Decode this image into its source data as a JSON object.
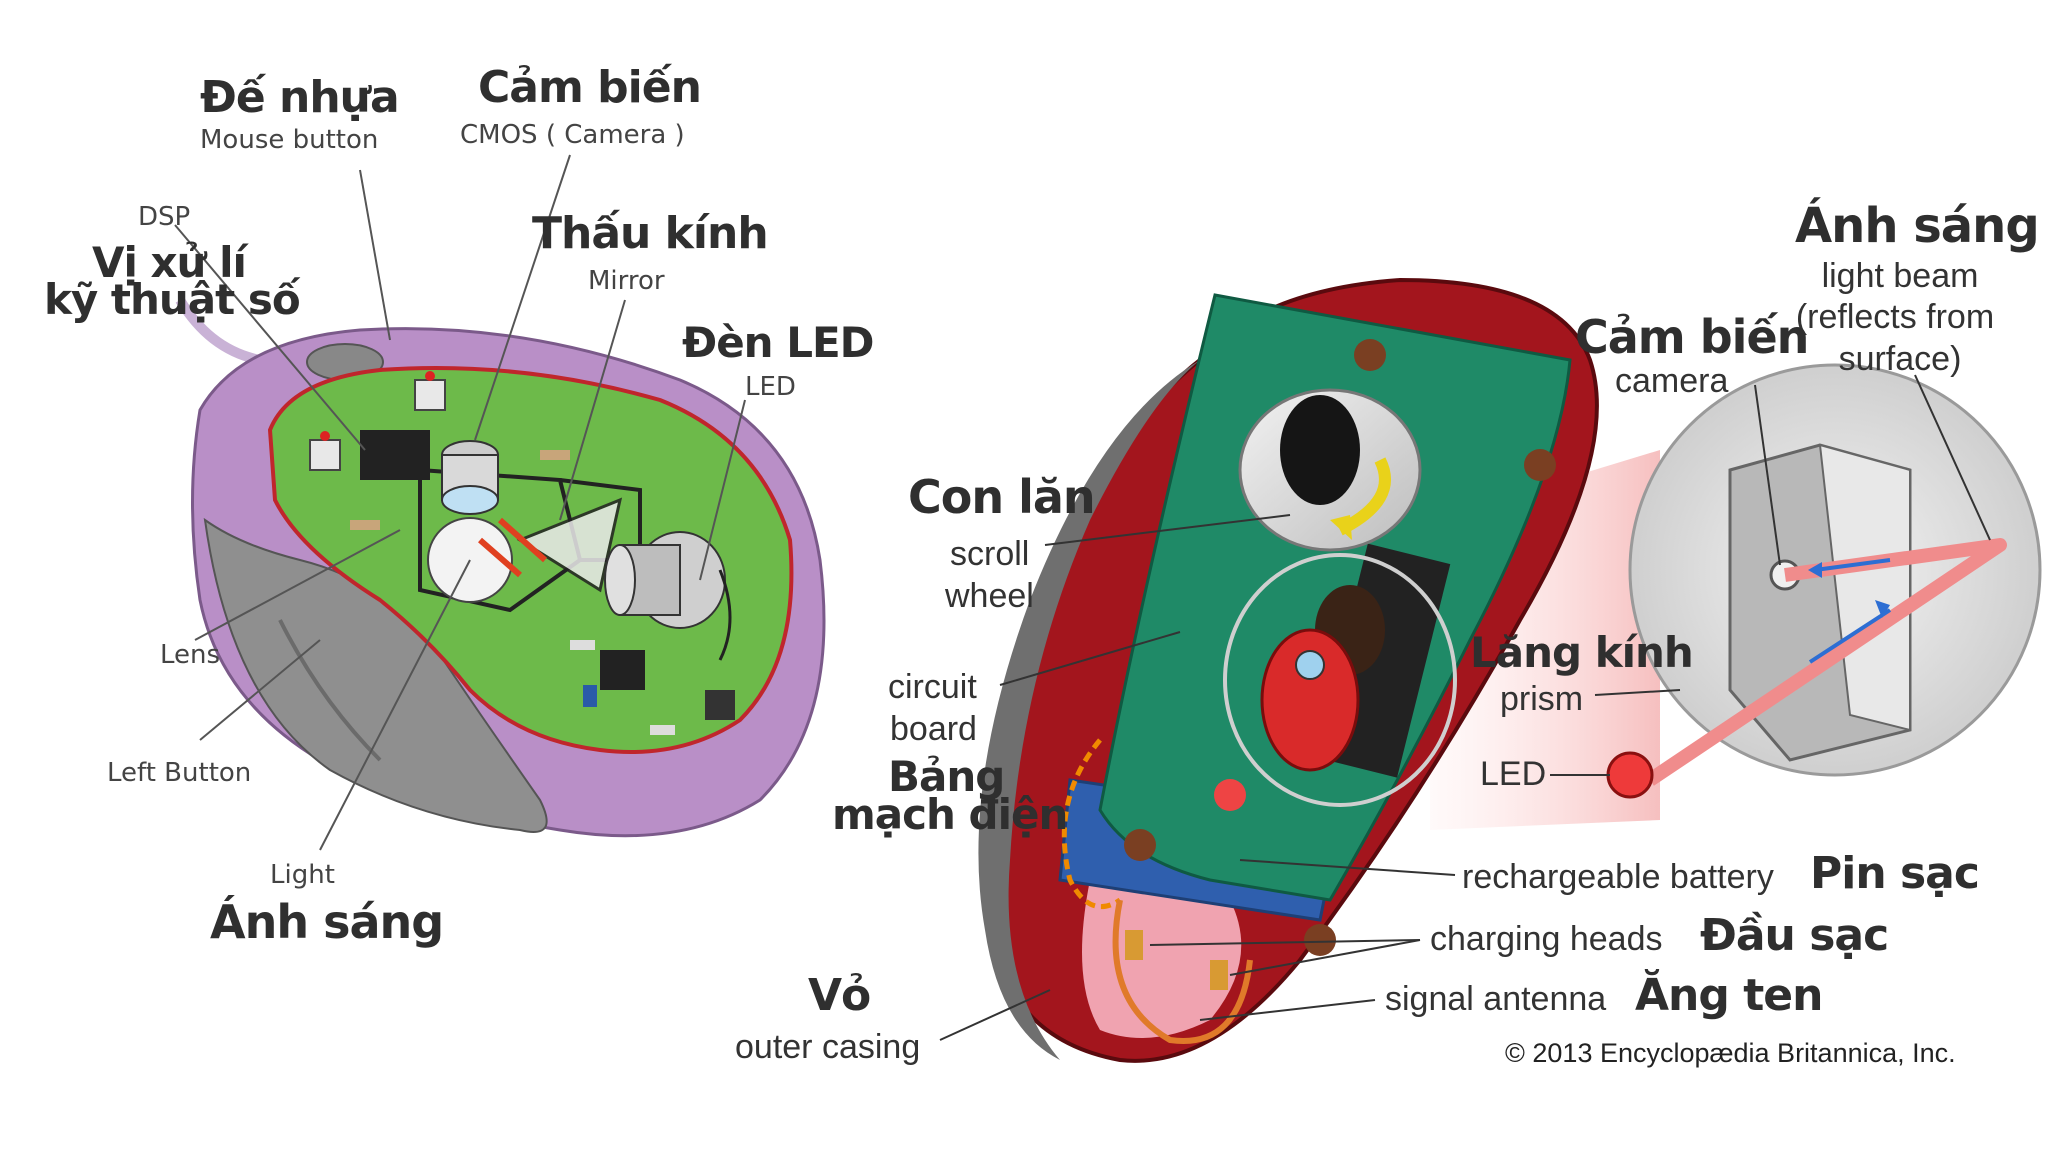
{
  "left_mouse": {
    "labels": {
      "base_vi": "Đế nhựa",
      "base_en": "Mouse button",
      "sensor_vi": "Cảm biến",
      "sensor_en": "CMOS ( Camera )",
      "dsp_en": "DSP",
      "dsp_vi_1": "Vị xử lí",
      "dsp_vi_2": "kỹ thuật số",
      "lens_vi": "Thấu kính",
      "mirror_en": "Mirror",
      "led_vi": "Đèn LED",
      "led_en": "LED",
      "lens_en": "Lens",
      "left_button_en": "Left Button",
      "light_en": "Light",
      "light_vi": "Ánh sáng"
    }
  },
  "right_mouse": {
    "labels": {
      "beam_vi": "Ánh sáng",
      "beam_en_1": "light beam",
      "beam_en_2": "(reflects from",
      "beam_en_3": "surface)",
      "camera_vi": "Cảm biến",
      "camera_en": "camera",
      "wheel_vi": "Con lăn",
      "wheel_en_1": "scroll",
      "wheel_en_2": "wheel",
      "prism_vi": "Lăng kính",
      "prism_en": "prism",
      "board_en_1": "circuit",
      "board_en_2": "board",
      "board_vi_1": "Bảng",
      "board_vi_2": "mạch điện",
      "led_en": "LED",
      "battery_en": "rechargeable battery",
      "battery_vi": "Pin sạc",
      "charging_en": "charging heads",
      "charging_vi": "Đầu sạc",
      "antenna_en": "signal antenna",
      "antenna_vi": "Ăng ten",
      "casing_vi": "Vỏ",
      "casing_en": "outer casing",
      "copyright": "© 2013 Encyclopædia Britannica, Inc."
    }
  },
  "colors": {
    "left_shell": "#b98fc7",
    "left_board": "#6dba4a",
    "right_shell": "#a3151d",
    "right_board": "#1f8a67",
    "accent_yellow": "#e9d21a"
  }
}
